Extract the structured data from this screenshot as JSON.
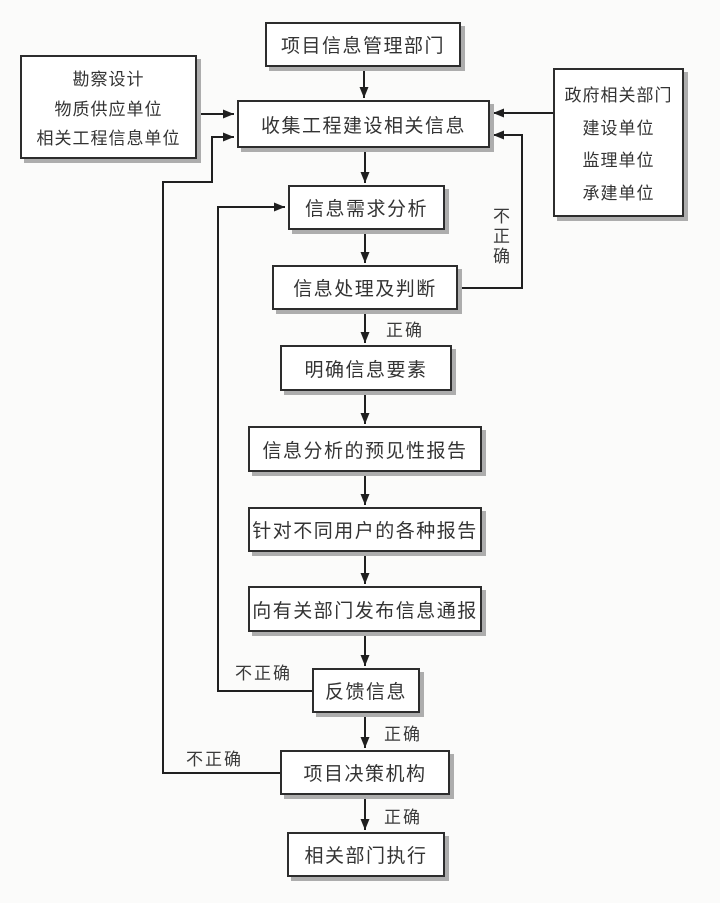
{
  "diagram": {
    "title_node": "项目信息管理部门",
    "nodes": {
      "top_dept": "项目信息管理部门",
      "left_sources": [
        "勘察设计",
        "物质供应单位",
        "相关工程信息单位"
      ],
      "right_sources": [
        "政府相关部门",
        "建设单位",
        "监理单位",
        "承建单位"
      ],
      "collect": "收集工程建设相关信息",
      "demand_analysis": "信息需求分析",
      "processing": "信息处理及判断",
      "clarify": "明确信息要素",
      "predictive_report": "信息分析的预见性报告",
      "user_reports": "针对不同用户的各种报告",
      "notify": "向有关部门发布信息通报",
      "feedback": "反馈信息",
      "decision": "项目决策机构",
      "execute": "相关部门执行"
    },
    "edge_labels": {
      "correct_after_processing": "正确",
      "correct_after_feedback": "正确",
      "correct_after_decision": "正确",
      "incorrect_processing_loop": "不正确",
      "incorrect_feedback_loop": "不正确",
      "incorrect_decision_loop": "不正确"
    },
    "colors": {
      "background": "#fbfbfa",
      "box_fill": "#ffffff",
      "box_border": "#2d2d2d",
      "box_shadow": "#adadad",
      "line": "#1f1f1f",
      "text": "#333333"
    }
  }
}
